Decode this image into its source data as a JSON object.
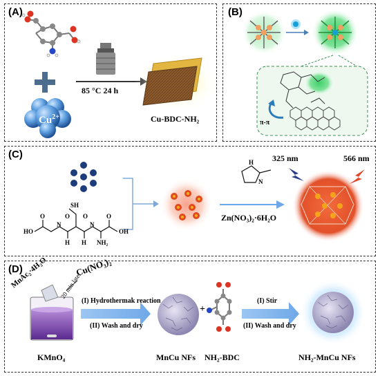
{
  "panelA": {
    "label": "(A)",
    "ion": "Cu",
    "ion_charge": "2+",
    "condition": "85 °C 24 h",
    "product": "Cu-BDC-NH₂"
  },
  "panelB": {
    "label": "(B)",
    "pi_stack": "π-π"
  },
  "panelC": {
    "label": "(C)",
    "excitation": "325 nm",
    "emission": "566 nm",
    "reagent": "Zn(NO₃)₂·6H₂O",
    "molecule_atoms": {
      "sh": "SH",
      "oh_left": "HO",
      "oh_right": "OH",
      "nh2": "NH₂",
      "h1": "H",
      "h2": "H",
      "n1": "N",
      "n2": "N",
      "o1": "O",
      "o2": "O",
      "o3": "O",
      "o4": "O",
      "hn": "H",
      "imid_n": "N"
    }
  },
  "panelD": {
    "label": "(D)",
    "reagent1": "MnAc₂·4H₂O",
    "reagent2": "Cu(NO₃)₂",
    "delay": "20 min later",
    "step1a": "(I) Hydrothermak reaction",
    "step1b": "(II) Wash and dry",
    "kmno4": "KMnO₄",
    "mncu": "MnCu NFs",
    "plus": "+",
    "bdc": "NH₂-BDC",
    "step2a": "(I) Stir",
    "step2b": "(II) Wash and dry",
    "final": "NH₂-MnCu NFs"
  }
}
